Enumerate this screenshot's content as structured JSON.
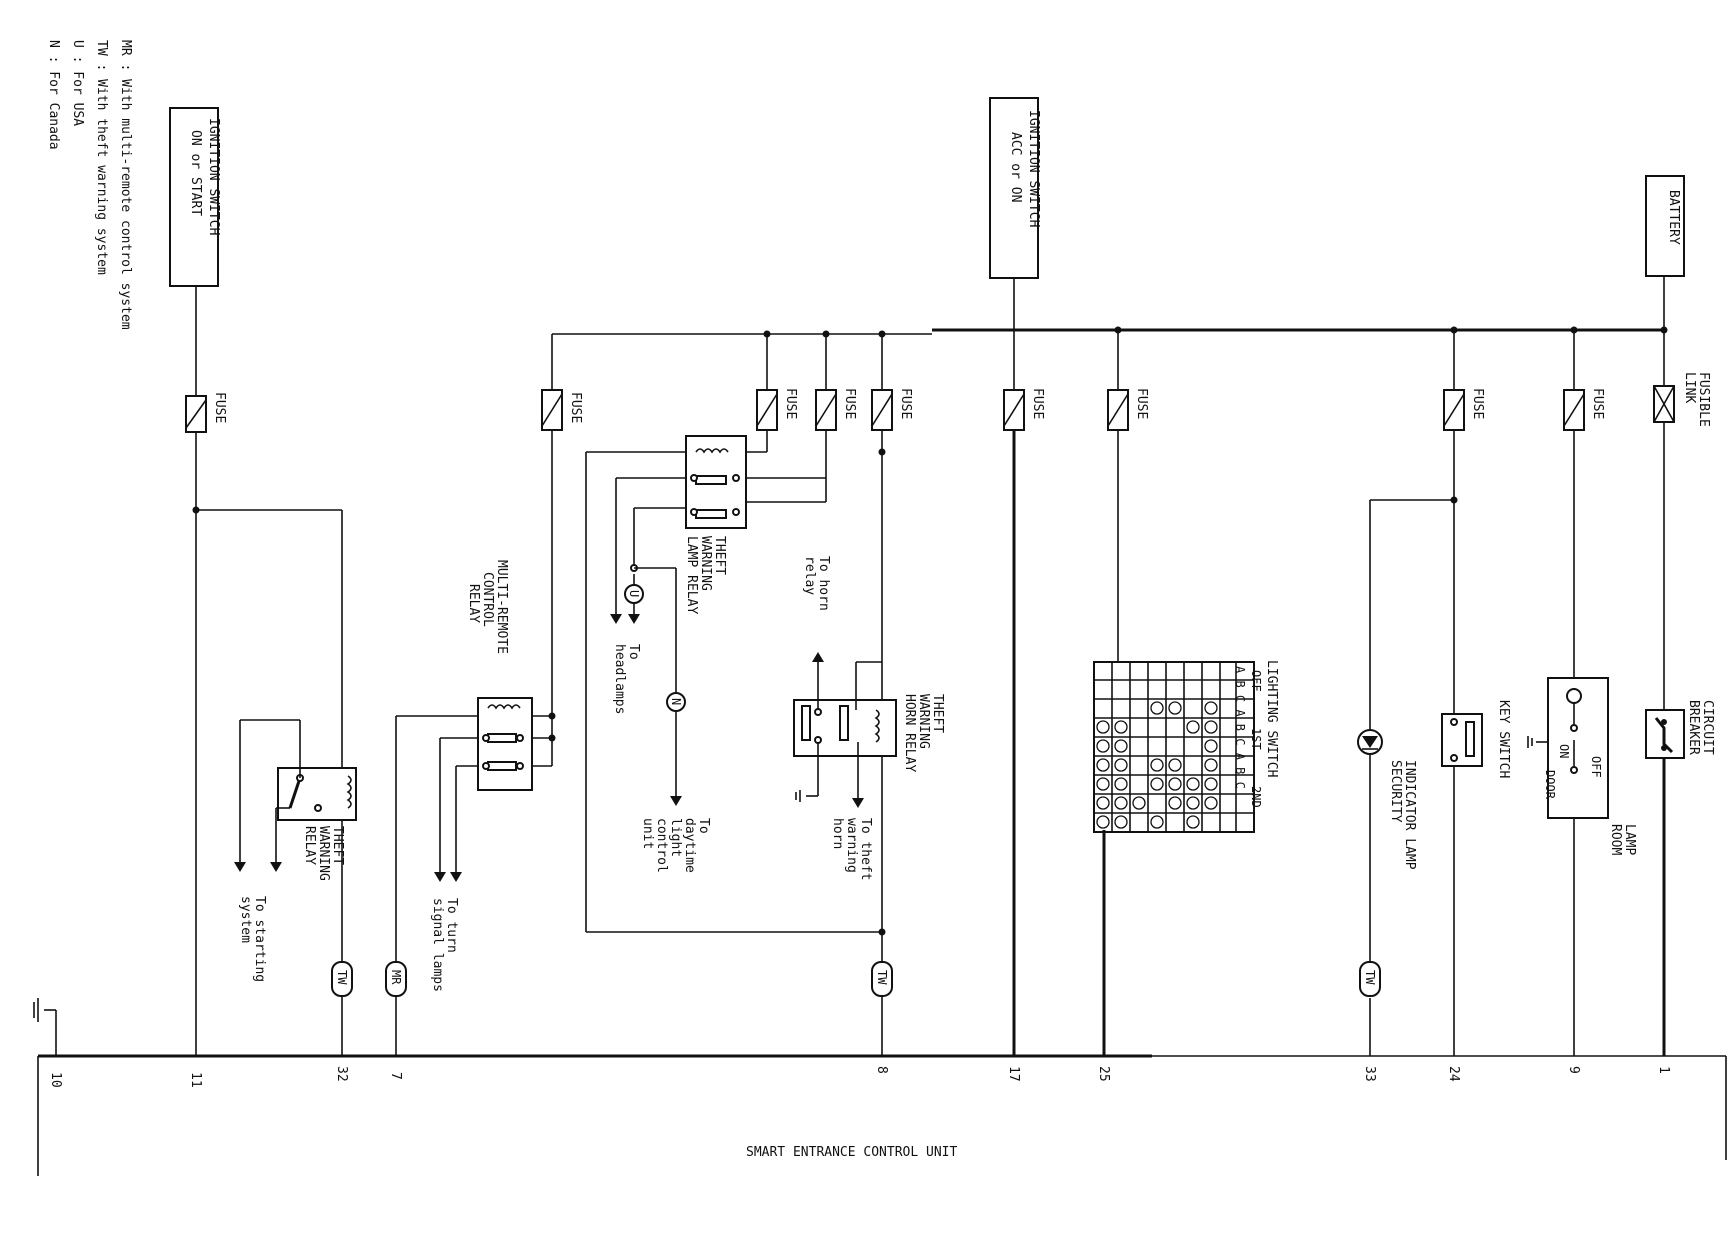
{
  "legend": {
    "items": [
      {
        "symbol": "MR",
        "text": ": With multi-remote control system"
      },
      {
        "symbol": "TW",
        "text": ": With theft warning system"
      },
      {
        "symbol": "U",
        "text": ": For USA"
      },
      {
        "symbol": "N",
        "text": ": For Canada"
      }
    ]
  },
  "sources": {
    "ign_on_start": [
      "IGNITION SWITCH",
      "ON or START"
    ],
    "ign_acc_on": [
      "IGNITION SWITCH",
      "ACC or ON"
    ],
    "battery": "BATTERY"
  },
  "fuse_label": "FUSE",
  "fusible_link": [
    "FUSIBLE",
    "LINK"
  ],
  "components": {
    "circuit_breaker": [
      "CIRCUIT",
      "BREAKER"
    ],
    "room_lamp": [
      "ROOM",
      "LAMP"
    ],
    "room_off": "OFF",
    "room_on": "ON",
    "room_door": "DOOR",
    "key_switch": "KEY SWITCH",
    "security_lamp": [
      "SECURITY",
      "INDICATOR LAMP"
    ],
    "lighting_switch": {
      "title": "LIGHTING SWITCH",
      "positions": [
        "OFF",
        "1ST",
        "2ND"
      ],
      "sub": "A B C A B C A B C"
    },
    "horn_relay": [
      "THEFT",
      "WARNING",
      "HORN RELAY"
    ],
    "to_horn_relay": [
      "To horn",
      "relay"
    ],
    "to_theft_horn": [
      "To theft",
      "warning",
      "horn"
    ],
    "lamp_relay": [
      "THEFT",
      "WARNING",
      "LAMP RELAY"
    ],
    "to_headlamps": [
      "To",
      "headlamps"
    ],
    "to_daytime": [
      "To",
      "daytime",
      "light",
      "control",
      "unit"
    ],
    "mr_relay": [
      "MULTI-REMOTE",
      "CONTROL",
      "RELAY"
    ],
    "to_turn": [
      "To turn",
      "signal lamps"
    ],
    "tw_relay": [
      "THEFT",
      "WARNING",
      "RELAY"
    ],
    "to_starting": [
      "To starting",
      "system"
    ]
  },
  "connector_tags": {
    "tw": "TW",
    "mr": "MR",
    "u": "U",
    "n": "N"
  },
  "unit": {
    "title": "SMART ENTRANCE CONTROL UNIT",
    "pins": [
      "10",
      "11",
      "32",
      "7",
      "8",
      "17",
      "25",
      "33",
      "24",
      "9",
      "1"
    ]
  }
}
